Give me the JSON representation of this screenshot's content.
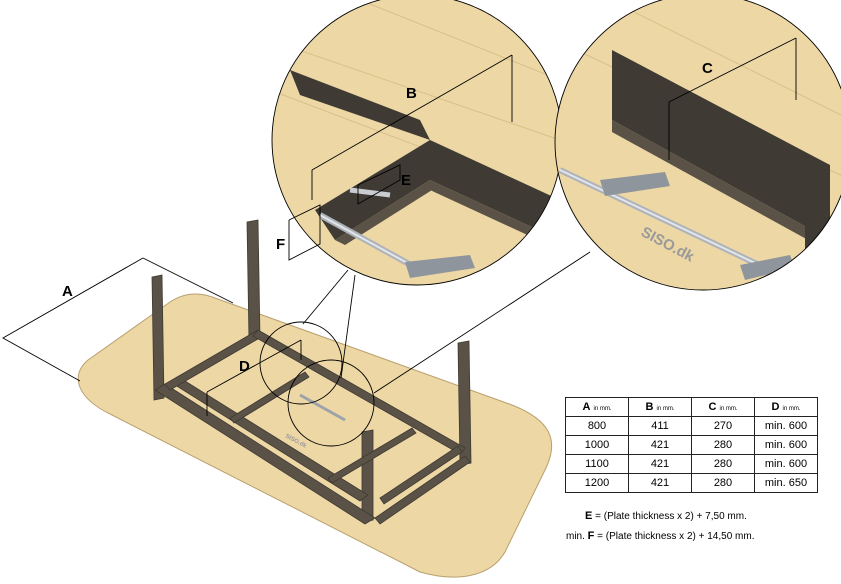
{
  "labels": {
    "A": "A",
    "B": "B",
    "C": "C",
    "D": "D",
    "E": "E",
    "F": "F"
  },
  "watermark": "SISO.dk",
  "watermark_small": "SISO.dk",
  "colors": {
    "wood": "#ecd7a5",
    "wood_dark": "#d9c08a",
    "frame": "#5a5246",
    "frame_dark": "#3f3a33",
    "rod": "#c9ccd1",
    "line": "#000000"
  },
  "table": {
    "headers": [
      {
        "letter": "A",
        "unit": "in mm."
      },
      {
        "letter": "B",
        "unit": "in mm."
      },
      {
        "letter": "C",
        "unit": "in mm."
      },
      {
        "letter": "D",
        "unit": "in mm."
      }
    ],
    "rows": [
      [
        "800",
        "411",
        "270",
        "min. 600"
      ],
      [
        "1000",
        "421",
        "280",
        "min. 600"
      ],
      [
        "1100",
        "421",
        "280",
        "min. 600"
      ],
      [
        "1200",
        "421",
        "280",
        "min. 650"
      ]
    ]
  },
  "formulas": [
    {
      "letter": "E",
      "prefix": "",
      "text": " = (Plate thickness x 2) + 7,50 mm."
    },
    {
      "letter": "F",
      "prefix": "min. ",
      "text": " = (Plate thickness x 2) + 14,50 mm."
    }
  ]
}
